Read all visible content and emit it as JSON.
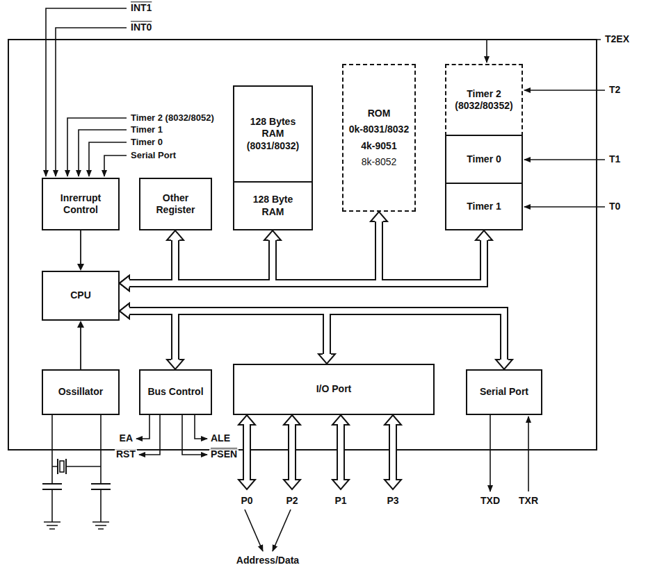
{
  "diagram": {
    "nodes": [
      {
        "text": [
          "Inrerrupt Control"
        ]
      },
      {
        "text": [
          "Other Register"
        ]
      },
      {
        "text": [
          "128 Bytes RAM (8031/8032)"
        ]
      },
      {
        "text": [
          "128 Byte RAM"
        ]
      },
      {
        "text": [
          "ROM",
          "0k-8031/8032",
          "4k-9051",
          "8k-8052"
        ]
      },
      {
        "text": [
          "Timer 2 (8032/80352)"
        ]
      },
      {
        "text": [
          "Timer 0"
        ]
      },
      {
        "text": [
          "Timer 1"
        ]
      },
      {
        "text": [
          "CPU"
        ]
      },
      {
        "text": [
          "Ossillator"
        ]
      },
      {
        "text": [
          "Bus Control"
        ]
      },
      {
        "text": [
          "I/O Port"
        ]
      },
      {
        "text": [
          "Serial Port"
        ]
      }
    ],
    "edges": [
      {
        "from": 0,
        "to": 8,
        "arrow": "to"
      },
      {
        "from": 9,
        "to": 8,
        "arrow": "to"
      },
      {
        "from": 8,
        "to": 1,
        "arrow": "both"
      },
      {
        "from": 8,
        "to": 3,
        "arrow": "both"
      },
      {
        "from": 8,
        "to": 4,
        "arrow": "both"
      },
      {
        "from": 8,
        "to": 7,
        "arrow": "both"
      },
      {
        "from": 8,
        "to": 10,
        "arrow": "both"
      },
      {
        "from": 8,
        "to": 11,
        "arrow": "both"
      },
      {
        "from": 8,
        "to": 12,
        "arrow": "both"
      }
    ],
    "labels": [
      "INT1",
      "INT0",
      "Timer 2 (8032/8052)",
      "Timer 1",
      "Timer 0",
      "Serial Port",
      "T2EX",
      "T2",
      "T1",
      "T0",
      "EA",
      "RST",
      "ALE",
      "PSEN",
      "P0",
      "P2",
      "P1",
      "P3",
      "TXD",
      "TXR",
      "Address/Data"
    ]
  }
}
